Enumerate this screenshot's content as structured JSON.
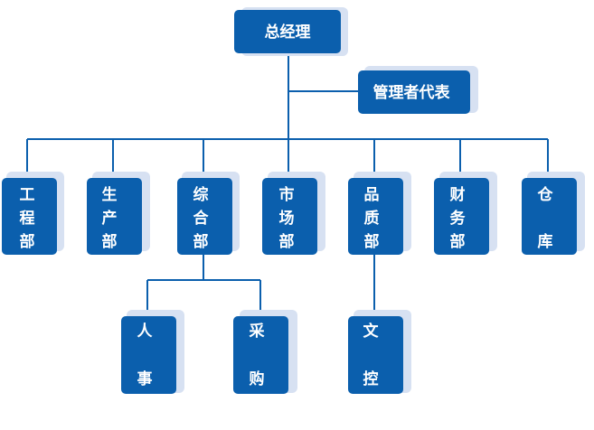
{
  "org": {
    "top": "总经理",
    "rep": "管理者代表",
    "departments": [
      {
        "chars": [
          "工",
          "程",
          "部"
        ]
      },
      {
        "chars": [
          "生",
          "产",
          "部"
        ]
      },
      {
        "chars": [
          "综",
          "合",
          "部"
        ]
      },
      {
        "chars": [
          "市",
          "场",
          "部"
        ]
      },
      {
        "chars": [
          "品",
          "质",
          "部"
        ]
      },
      {
        "chars": [
          "财",
          "务",
          "部"
        ]
      },
      {
        "chars": [
          "仓",
          "库"
        ]
      }
    ],
    "sub_units": [
      {
        "parent": "综合部",
        "chars": [
          "人",
          "事"
        ]
      },
      {
        "parent": "综合部",
        "chars": [
          "采",
          "购"
        ]
      },
      {
        "parent": "品质部",
        "chars": [
          "文",
          "控"
        ]
      }
    ],
    "colors": {
      "box": "#0b5fad",
      "shadow": "#d7e1f2",
      "text": "#ffffff",
      "line": "#0b5fad"
    }
  }
}
